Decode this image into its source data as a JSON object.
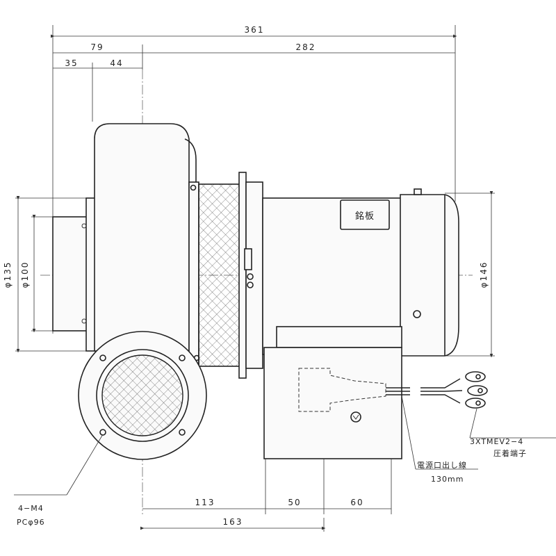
{
  "dimensions": {
    "overall_width": "361",
    "left_width": "79",
    "right_width": "282",
    "left_part_a": "35",
    "left_part_b": "44",
    "height_flange": "φ135",
    "height_inlet": "φ100",
    "motor_diameter": "φ146",
    "bottom_a": "113",
    "bottom_b": "50",
    "bottom_c": "60",
    "bottom_total": "163"
  },
  "labels": {
    "nameplate": "銘板",
    "mount_holes": "4−M4",
    "pitch_circle": "PCφ96",
    "terminal_spec": "3XTMEV2−4",
    "terminal_name": "圧着端子",
    "lead_wire": "電源口出し線",
    "lead_length": "130mm"
  }
}
